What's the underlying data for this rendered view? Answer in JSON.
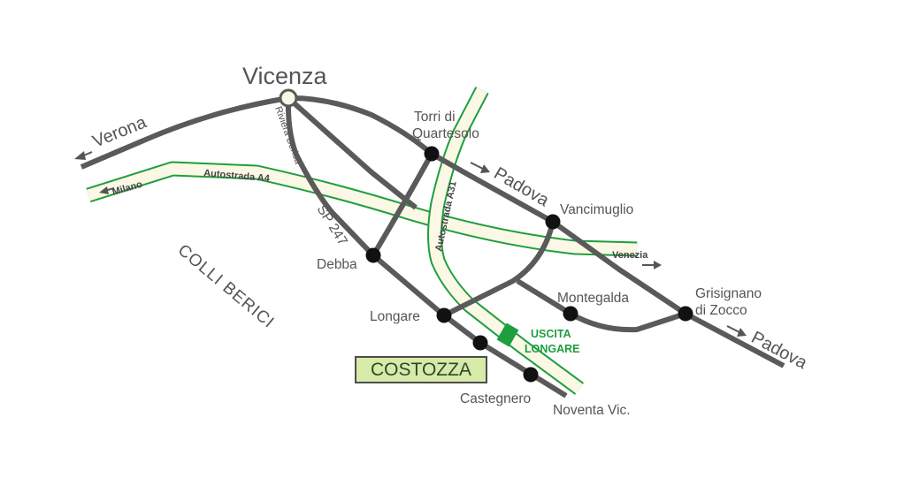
{
  "city": "Vicenza",
  "directions": {
    "verona": "Verona",
    "padova_north": "Padova",
    "padova_south": "Padova",
    "milano": "Milano",
    "venezia": "Venezia"
  },
  "roads": {
    "autostrada_a4": "Autostrada A4",
    "autostrada_a31": "Autostrada A31",
    "riviera_berica": "Riviera Berica",
    "sp_247": "SP 247"
  },
  "towns": {
    "torri_line1": "Torri di",
    "torri_line2": "Quartesolo",
    "vancimuglio": "Vancimuglio",
    "debba": "Debba",
    "longare": "Longare",
    "montegalda": "Montegalda",
    "grisignano_line1": "Grisignano",
    "grisignano_line2": "di Zocco",
    "castegnero": "Castegnero",
    "noventa": "Noventa Vic."
  },
  "area": "COLLI BERICI",
  "exit": {
    "line1": "USCITA",
    "line2": "LONGARE"
  },
  "destination": "COSTOZZA",
  "colors": {
    "road": "#5a5a5a",
    "motorway_border": "#1e9e3e",
    "motorway_fill": "#fbf8e6",
    "destination_box": "#d7eaa8",
    "town_dot": "#111111"
  }
}
